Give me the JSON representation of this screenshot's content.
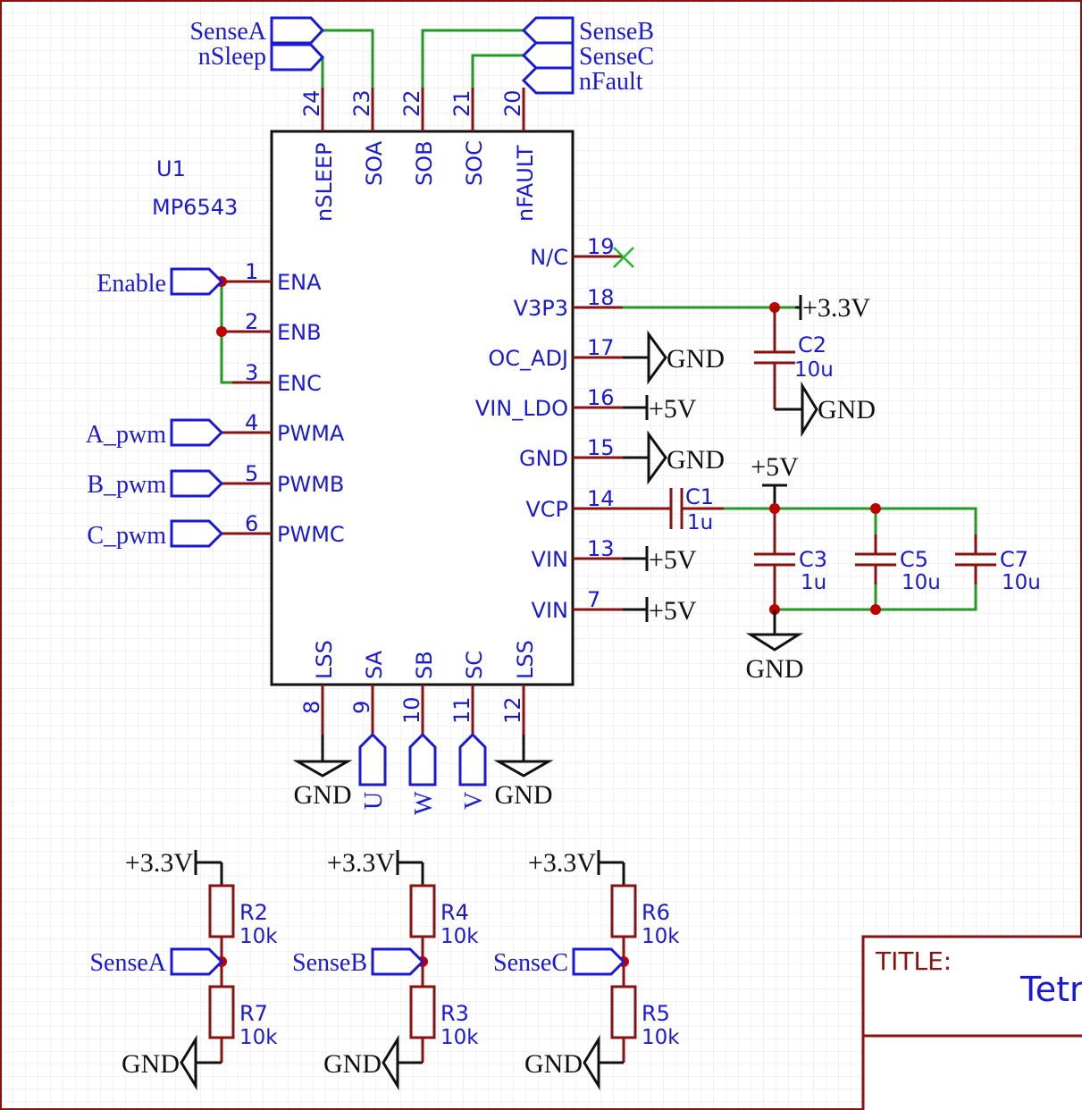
{
  "chip": {
    "ref": "U1",
    "value": "MP6543",
    "top_pins": [
      {
        "num": "24",
        "name": "nSLEEP"
      },
      {
        "num": "23",
        "name": "SOA"
      },
      {
        "num": "22",
        "name": "SOB"
      },
      {
        "num": "21",
        "name": "SOC"
      },
      {
        "num": "20",
        "name": "nFAULT"
      }
    ],
    "left_pins": [
      {
        "num": "1",
        "name": "ENA"
      },
      {
        "num": "2",
        "name": "ENB"
      },
      {
        "num": "3",
        "name": "ENC"
      },
      {
        "num": "4",
        "name": "PWMA"
      },
      {
        "num": "5",
        "name": "PWMB"
      },
      {
        "num": "6",
        "name": "PWMC"
      }
    ],
    "right_pins": [
      {
        "num": "19",
        "name": "N/C"
      },
      {
        "num": "18",
        "name": "V3P3"
      },
      {
        "num": "17",
        "name": "OC_ADJ"
      },
      {
        "num": "16",
        "name": "VIN_LDO"
      },
      {
        "num": "15",
        "name": "GND"
      },
      {
        "num": "14",
        "name": "VCP"
      },
      {
        "num": "13",
        "name": "VIN"
      },
      {
        "num": "7",
        "name": "VIN"
      }
    ],
    "bottom_pins": [
      {
        "num": "8",
        "name": "LSS"
      },
      {
        "num": "9",
        "name": "SA"
      },
      {
        "num": "10",
        "name": "SB"
      },
      {
        "num": "11",
        "name": "SC"
      },
      {
        "num": "12",
        "name": "LSS"
      }
    ]
  },
  "labels": {
    "sense_a": "SenseA",
    "n_sleep": "nSleep",
    "sense_b": "SenseB",
    "sense_c": "SenseC",
    "n_fault": "nFault",
    "enable": "Enable",
    "a_pwm": "A_pwm",
    "b_pwm": "B_pwm",
    "c_pwm": "C_pwm",
    "u": "U",
    "w": "W",
    "v": "V"
  },
  "power": {
    "gnd": "GND",
    "p3v3": "+3.3V",
    "p5v": "+5V"
  },
  "components": {
    "c1": {
      "ref": "C1",
      "value": "1u"
    },
    "c2": {
      "ref": "C2",
      "value": "10u"
    },
    "c3": {
      "ref": "C3",
      "value": "1u"
    },
    "c5": {
      "ref": "C5",
      "value": "10u"
    },
    "c7": {
      "ref": "C7",
      "value": "10u"
    },
    "r2": {
      "ref": "R2",
      "value": "10k"
    },
    "r7": {
      "ref": "R7",
      "value": "10k"
    },
    "r4": {
      "ref": "R4",
      "value": "10k"
    },
    "r3": {
      "ref": "R3",
      "value": "10k"
    },
    "r6": {
      "ref": "R6",
      "value": "10k"
    },
    "r5": {
      "ref": "R5",
      "value": "10k"
    }
  },
  "title_block": {
    "label": "TITLE:",
    "value": "Tetr"
  },
  "colors": {
    "wire": "#229922",
    "pin": "#8b1111",
    "text": "#1a1ad6",
    "junction": "#c00000",
    "power_symbol": "#111111",
    "grid": "#e6e6e6",
    "frame": "#8b1111"
  }
}
